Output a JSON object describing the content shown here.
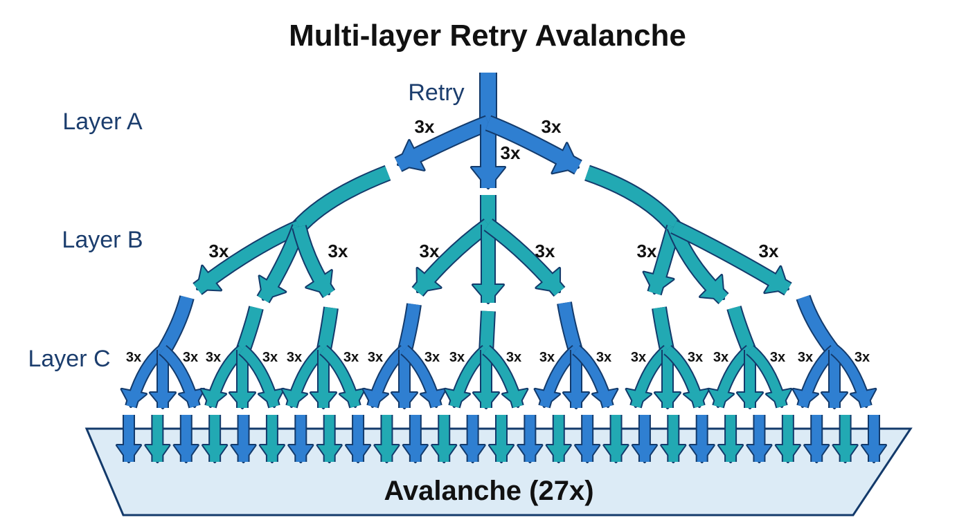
{
  "title": "Multi-layer Retry Avalanche",
  "retry_label": "Retry",
  "layers": [
    {
      "id": "A",
      "label": "Layer A"
    },
    {
      "id": "B",
      "label": "Layer B"
    },
    {
      "id": "C",
      "label": "Layer C"
    }
  ],
  "multipliers": {
    "layer_a": [
      "3x",
      "3x",
      "3x"
    ],
    "layer_b": [
      "3x",
      "3x",
      "3x",
      "3x",
      "3x",
      "3x"
    ],
    "layer_c": [
      "3x",
      "3x",
      "3x",
      "3x",
      "3x",
      "3x",
      "3x",
      "3x",
      "3x",
      "3x",
      "3x",
      "3x",
      "3x",
      "3x",
      "3x",
      "3x",
      "3x",
      "3x"
    ]
  },
  "result_label": "Avalanche (27x)",
  "output_arrow_count": 27,
  "colors": {
    "blue": "#2f7fd1",
    "teal": "#22a9b3",
    "outline": "#133a6b",
    "label": "#1b3d6d",
    "tank_fill": "#dcebf6",
    "tank_stroke": "#133a6b"
  }
}
